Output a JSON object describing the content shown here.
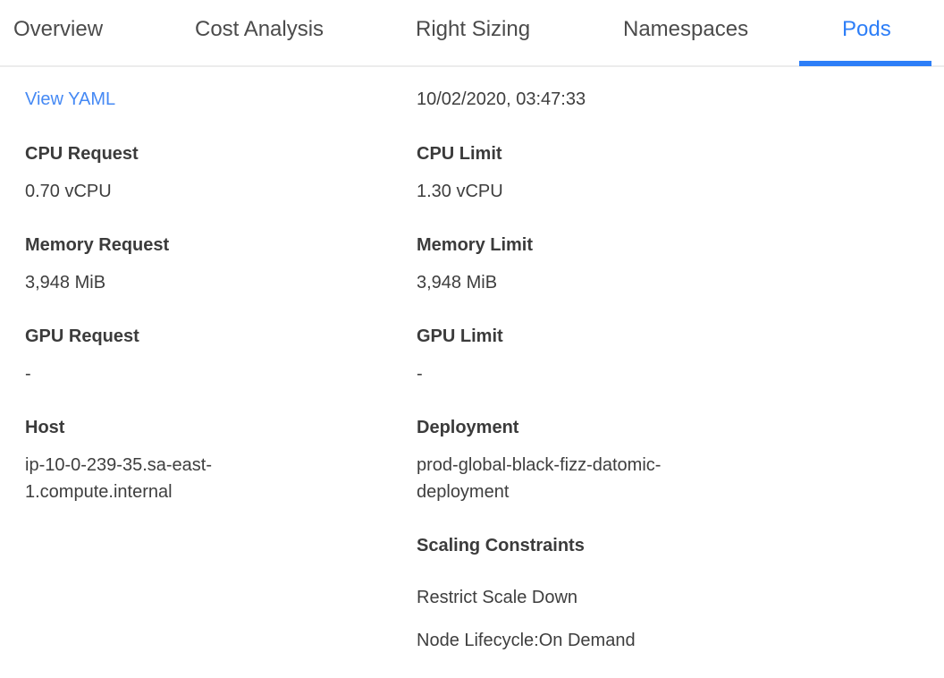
{
  "tabs": [
    {
      "label": "Overview",
      "active": false
    },
    {
      "label": "Cost Analysis",
      "active": false
    },
    {
      "label": "Right Sizing",
      "active": false
    },
    {
      "label": "Namespaces",
      "active": false
    },
    {
      "label": "Pods",
      "active": true
    }
  ],
  "colors": {
    "active_tab_blue": "#2d7ef7",
    "link_blue": "#4589f4",
    "text_dark": "#3e3e3e",
    "tab_text": "#4b4b4b",
    "divider": "#ececec"
  },
  "detail": {
    "view_yaml_label": "View YAML",
    "timestamp": "10/02/2020, 03:47:33",
    "left_fields": [
      {
        "label": "CPU Request",
        "value": "0.70 vCPU"
      },
      {
        "label": "Memory Request",
        "value": "3,948 MiB"
      },
      {
        "label": "GPU Request",
        "value": "-"
      },
      {
        "label": "Host",
        "value": "ip-10-0-239-35.sa-east-1.compute.internal"
      }
    ],
    "right_fields": [
      {
        "label": "CPU Limit",
        "value": "1.30 vCPU"
      },
      {
        "label": "Memory Limit",
        "value": "3,948 MiB"
      },
      {
        "label": "GPU Limit",
        "value": "-"
      },
      {
        "label": "Deployment",
        "value": "prod-global-black-fizz-datomic-deployment"
      }
    ],
    "scaling": {
      "label": "Scaling Constraints",
      "items": [
        "Restrict Scale Down",
        "Node Lifecycle:On Demand"
      ]
    }
  }
}
